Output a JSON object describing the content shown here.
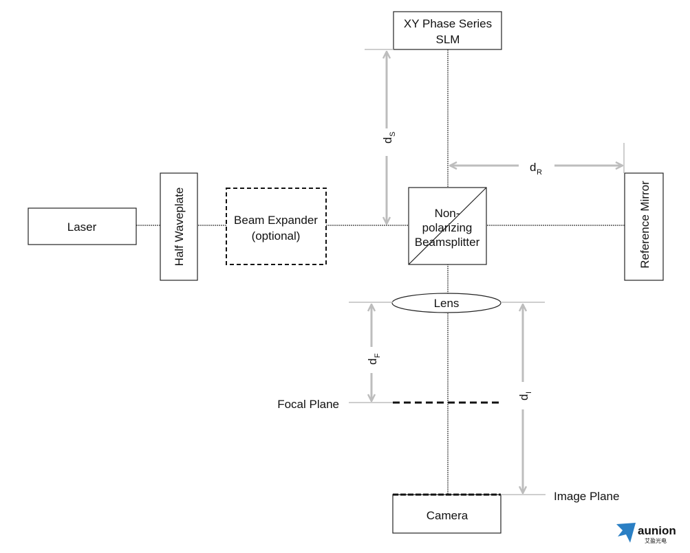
{
  "diagram": {
    "slm": {
      "line1": "XY Phase Series",
      "line2": "SLM"
    },
    "laser": "Laser",
    "waveplate": "Half Waveplate",
    "expander": {
      "line1": "Beam Expander",
      "line2": "(optional)"
    },
    "beamsplitter": {
      "line1": "Non-",
      "line2": "polarizing",
      "line3": "Beamsplitter"
    },
    "mirror": "Reference Mirror",
    "lens": "Lens",
    "focal_plane": "Focal Plane",
    "image_plane": "Image Plane",
    "camera": "Camera",
    "distances": {
      "ds": {
        "base": "d",
        "sub": "S"
      },
      "dr": {
        "base": "d",
        "sub": "R"
      },
      "df": {
        "base": "d",
        "sub": "F"
      },
      "di": {
        "base": "d",
        "sub": "I"
      }
    },
    "colors": {
      "beam": "#333333",
      "dimension": "#bdbdbd",
      "outline": "#222222"
    }
  },
  "logo": {
    "name": "aunion",
    "tagline": "艾盈光电",
    "color": "#2a7fc4"
  }
}
